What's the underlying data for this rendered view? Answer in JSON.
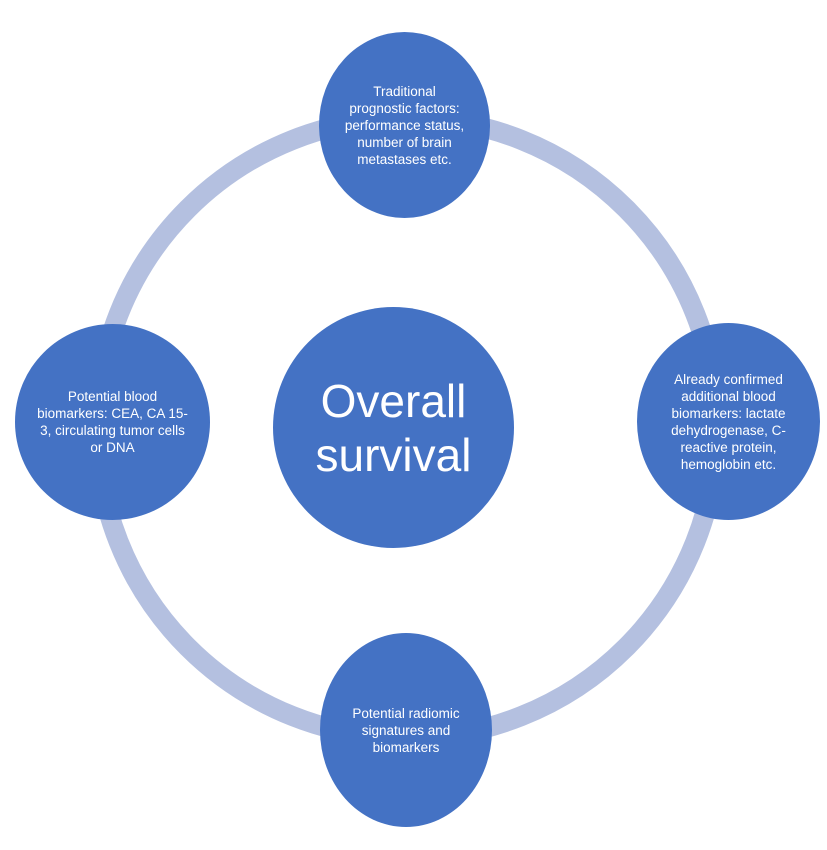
{
  "colors": {
    "node_fill": "#4472c4",
    "ring": "#b4c0e0",
    "text": "#ffffff"
  },
  "center": {
    "label": "Overall survival"
  },
  "factors": {
    "top": "Traditional prognostic factors: performance status, number of brain metastases etc.",
    "right": "Already confirmed additional blood biomarkers: lactate dehydrogenase, C-reactive protein, hemoglobin etc.",
    "bottom": "Potential radiomic signatures and biomarkers",
    "left": "Potential blood biomarkers: CEA, CA 15-3, circulating tumor cells or DNA"
  }
}
